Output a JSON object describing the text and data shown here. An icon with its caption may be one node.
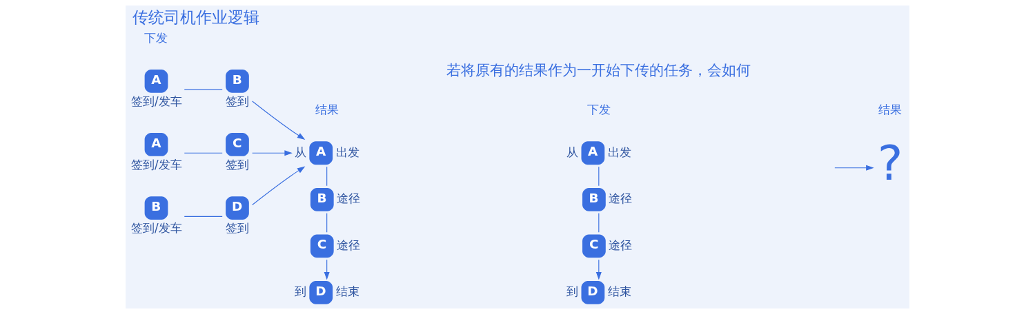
{
  "diagram": {
    "title": "传统司机作业逻辑",
    "nodes": [
      {
        "text": [
          "A"
        ],
        "beside": [
          "签到/发车"
        ]
      },
      {
        "text": [
          "B"
        ],
        "beside": [
          "签到"
        ]
      },
      {
        "text": [
          "A"
        ],
        "beside": [
          "签到/发车"
        ]
      },
      {
        "text": [
          "C"
        ],
        "beside": [
          "签到"
        ]
      },
      {
        "text": [
          "B"
        ],
        "beside": [
          "签到/发车"
        ]
      },
      {
        "text": [
          "D"
        ],
        "beside": [
          "签到"
        ]
      },
      {
        "text": [
          "A"
        ],
        "beside": [
          "从",
          "出发"
        ]
      },
      {
        "text": [
          "B"
        ],
        "beside": [
          "途径"
        ]
      },
      {
        "text": [
          "C"
        ],
        "beside": [
          "途径"
        ]
      },
      {
        "text": [
          "D"
        ],
        "beside": [
          "到",
          "结束"
        ]
      },
      {
        "text": [
          "A"
        ],
        "beside": [
          "从",
          "出发"
        ]
      },
      {
        "text": [
          "B"
        ],
        "beside": [
          "途径"
        ]
      },
      {
        "text": [
          "C"
        ],
        "beside": [
          "途径"
        ]
      },
      {
        "text": [
          "D"
        ],
        "beside": [
          "到",
          "结束"
        ]
      },
      {
        "text": [
          "?"
        ]
      }
    ],
    "edges": [
      {
        "from": 0,
        "to": 1,
        "arrow": "none"
      },
      {
        "from": 2,
        "to": 3,
        "arrow": "none"
      },
      {
        "from": 4,
        "to": 5,
        "arrow": "none"
      },
      {
        "from": 1,
        "to": 6,
        "arrow": "to"
      },
      {
        "from": 3,
        "to": 6,
        "arrow": "to"
      },
      {
        "from": 5,
        "to": 6,
        "arrow": "to"
      },
      {
        "from": 6,
        "to": 7,
        "arrow": "none"
      },
      {
        "from": 7,
        "to": 8,
        "arrow": "none"
      },
      {
        "from": 8,
        "to": 9,
        "arrow": "to"
      },
      {
        "from": 10,
        "to": 11,
        "arrow": "none"
      },
      {
        "from": 11,
        "to": 12,
        "arrow": "none"
      },
      {
        "from": 12,
        "to": 13,
        "arrow": "to"
      },
      {
        "from": null,
        "to": 14,
        "arrow": "to"
      }
    ],
    "labels": [
      "下发",
      "结果",
      "若将原有的结果作为一开始下传的任务，会如何",
      "下发",
      "结果"
    ]
  }
}
